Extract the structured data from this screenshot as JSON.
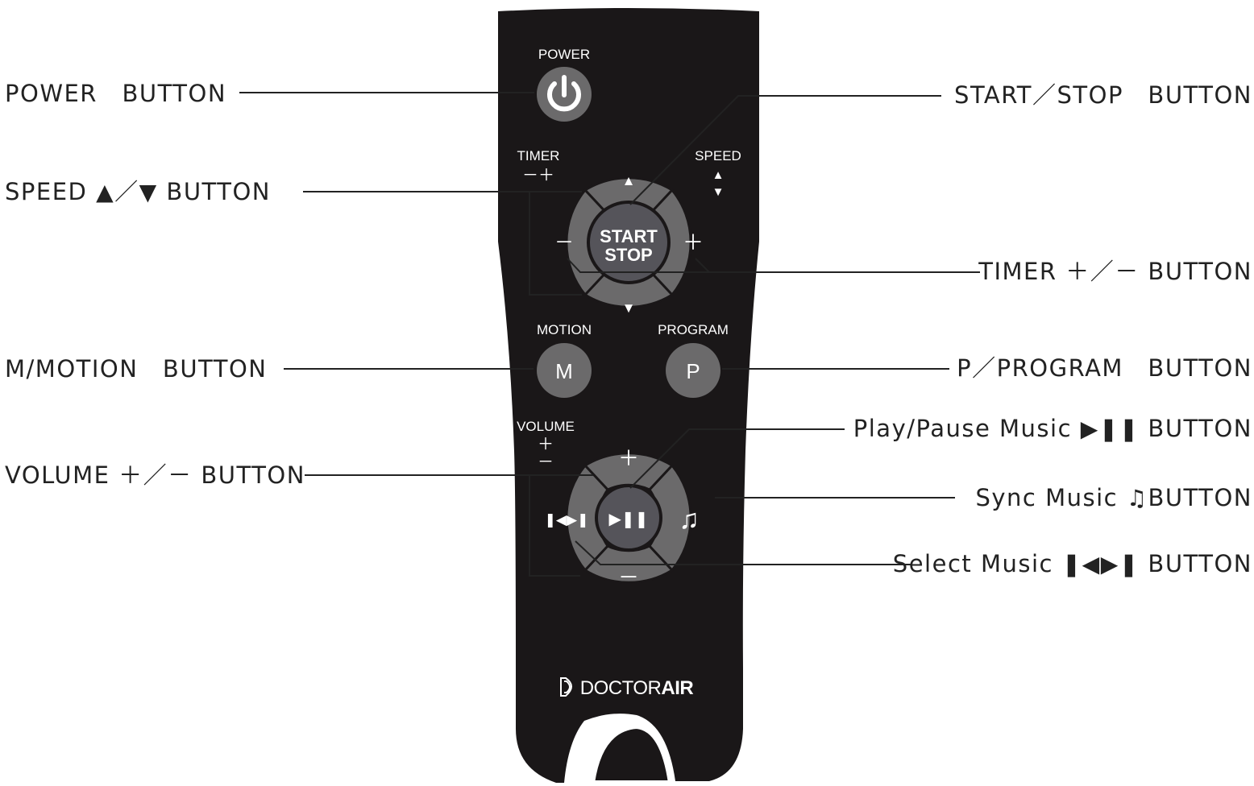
{
  "callouts": {
    "power": "POWER　BUTTON",
    "speed_prefix": "SPEED ",
    "speed_up_symbol": "▲",
    "speed_sep": "／",
    "speed_down_symbol": "▼",
    "speed_suffix": " BUTTON",
    "motion": "M/MOTION　BUTTON",
    "volume": "VOLUME ＋／－ BUTTON",
    "start_stop": "START／STOP　BUTTON",
    "timer": "TIMER ＋／－ BUTTON",
    "program": "P／PROGRAM　BUTTON",
    "play_pause_prefix": "Play/Pause Music ",
    "play_pause_symbol": "▶❚❚",
    "play_pause_suffix": " BUTTON",
    "sync_prefix": "Sync Music ",
    "sync_symbol": "♫",
    "sync_suffix": "BUTTON",
    "select_prefix": "Select Music ",
    "select_symbol": "❚◀▶❚",
    "select_suffix": " BUTTON"
  },
  "remote": {
    "power_label": "POWER",
    "timer_label": "TIMER",
    "timer_signs": "－＋",
    "speed_label": "SPEED",
    "center_line1": "START",
    "center_line2": "STOP",
    "dpad_up": "▲",
    "dpad_down": "▼",
    "dpad_left": "－",
    "dpad_right": "＋",
    "motion_label": "MOTION",
    "motion_key": "M",
    "program_label": "PROGRAM",
    "program_key": "P",
    "volume_label": "VOLUME",
    "volume_plus": "＋",
    "volume_minus": "－",
    "music_up": "＋",
    "music_down": "－",
    "music_center": "▶❚❚",
    "music_left": "❚◀▶❚",
    "music_right": "♫",
    "brand_regular": "DOCTOR",
    "brand_bold": "AIR"
  },
  "colors": {
    "remote_body": "#1a1718",
    "button_ring": "#6b6a6b",
    "center_button": "#55545a",
    "label_text": "#ffffff",
    "callout_text": "#222222",
    "leader_line": "#222222"
  }
}
